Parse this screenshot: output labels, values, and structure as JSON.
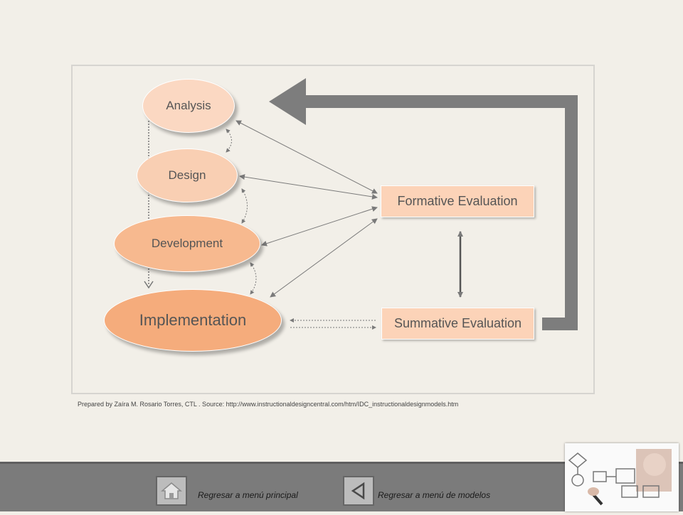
{
  "diagram": {
    "phases": {
      "analysis": "Analysis",
      "design": "Design",
      "development": "Development",
      "implementation": "Implementation"
    },
    "evaluations": {
      "formative": "Formative Evaluation",
      "summative": "Summative Evaluation"
    },
    "colors": {
      "analysis": "#fbd8c2",
      "design": "#f9cfb3",
      "development": "#f7b98f",
      "implementation": "#f5ac7c",
      "evaluation_box": "#fcd3b8",
      "feedback_arrow": "#7d7d7d"
    }
  },
  "credit": "Prepared by Zaíra M. Rosario Torres, CTL .  Source: http://www.instructionaldesigncentral.com/htm/IDC_instructionaldesignmodels.htm",
  "footer": {
    "home_label": "Regresar a menú principal",
    "models_label": "Regresar a menú de modelos",
    "home_icon": "home-icon",
    "back_icon": "back-triangle-icon"
  }
}
